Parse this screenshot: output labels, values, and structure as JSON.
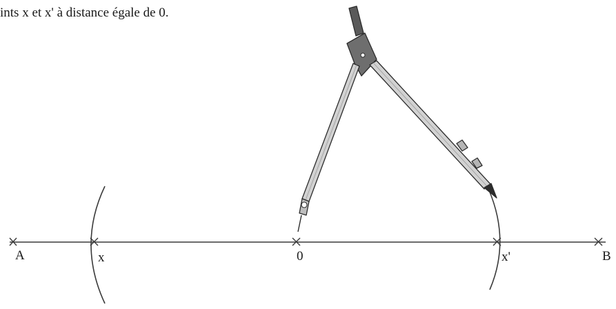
{
  "caption": "ints x et x' à distance égale de 0.",
  "points": {
    "A": "A",
    "x": "x",
    "zero": "0",
    "x_prime": "x'",
    "B": "B"
  },
  "icons": {
    "compass": "compass-icon"
  }
}
